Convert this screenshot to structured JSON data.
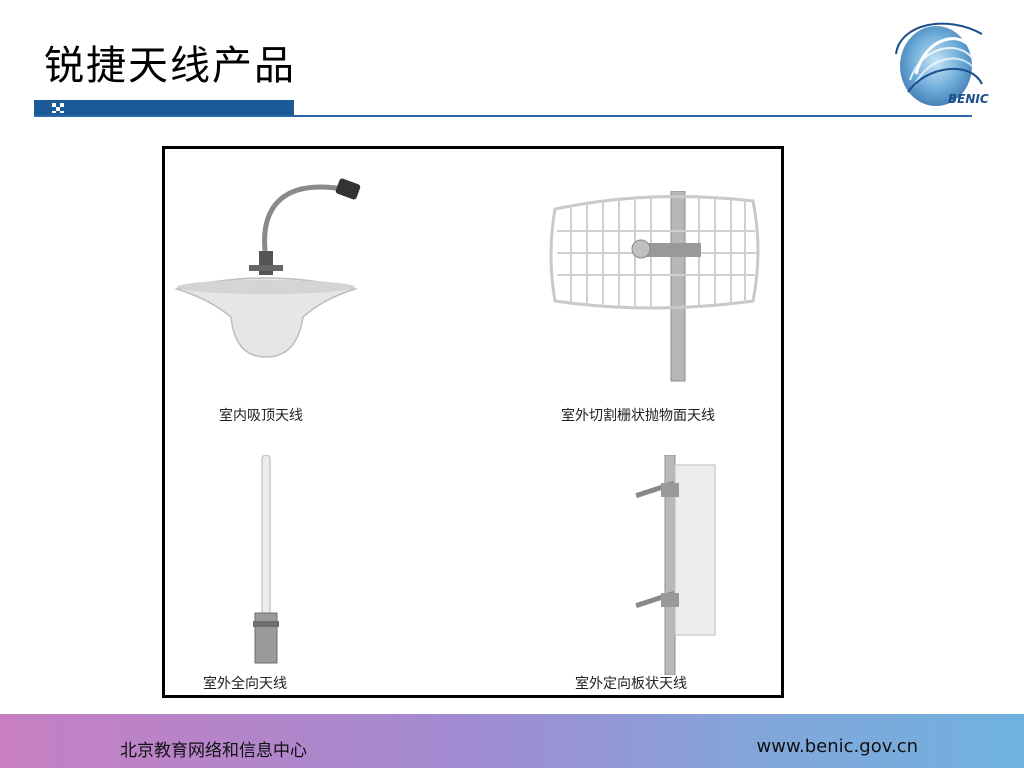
{
  "slide": {
    "title": "锐捷天线产品"
  },
  "logo": {
    "text": "BENIC"
  },
  "products": [
    {
      "caption": "室内吸顶天线",
      "icon": "ceiling-antenna-icon"
    },
    {
      "caption": "室外切割栅状抛物面天线",
      "icon": "grid-parabolic-antenna-icon"
    },
    {
      "caption": "室外全向天线",
      "icon": "omni-antenna-icon"
    },
    {
      "caption": "室外定向板状天线",
      "icon": "panel-antenna-icon"
    }
  ],
  "footer": {
    "org": "北京教育网络和信息中心",
    "url": "www.benic.gov.cn"
  },
  "colors": {
    "header_bar": "#1b5a96",
    "footer_gradient": [
      "#c77fc2",
      "#a28ad0",
      "#82a6da",
      "#6fb2df"
    ]
  }
}
